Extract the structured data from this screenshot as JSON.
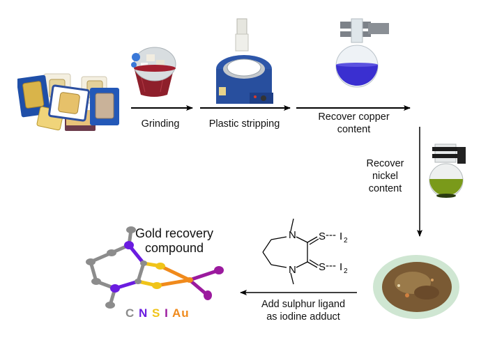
{
  "steps": {
    "grinding": "Grinding",
    "plastic_stripping": "Plastic stripping",
    "copper_line1": "Recover copper",
    "copper_line2": "content",
    "nickel_line1": "Recover",
    "nickel_line2": "nickel",
    "nickel_line3": "content",
    "ligand_line1": "Add sulphur ligand",
    "ligand_line2": "as iodine adduct"
  },
  "product": {
    "title_line1": "Gold recovery",
    "title_line2": "compound"
  },
  "legend": [
    {
      "symbol": "C",
      "color": "#8c8c8c"
    },
    {
      "symbol": "N",
      "color": "#6a1ce0"
    },
    {
      "symbol": "S",
      "color": "#f0c419"
    },
    {
      "symbol": "I",
      "color": "#9b1a9e"
    },
    {
      "symbol": "Au",
      "color": "#f08a1c"
    }
  ],
  "ligand_structure": {
    "atom_n": "N",
    "atom_s": "S",
    "adduct": "I",
    "adduct_subscript": "2",
    "dots": "---"
  },
  "colors": {
    "copper_solution": "#3a2fd0",
    "nickel_solution": "#7a9a1a",
    "heater_blue": "#2f55a8",
    "grinder_red": "#8e1f2b"
  }
}
